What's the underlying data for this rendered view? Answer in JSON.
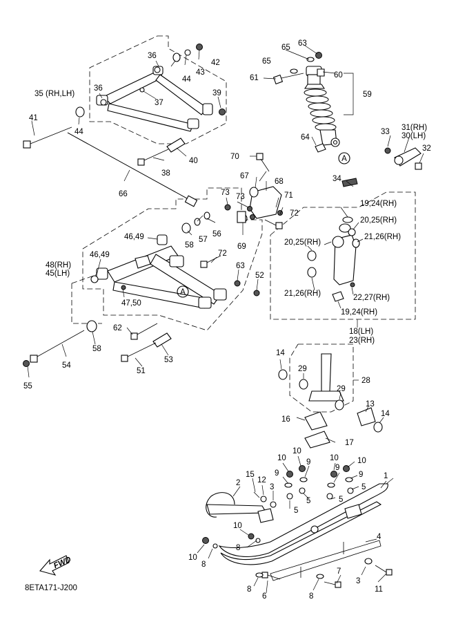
{
  "diagram_code": "8ETA171-J200",
  "fwd_label": "FWD",
  "ref_marker": "A",
  "callouts": [
    {
      "id": "c1",
      "text": "1"
    },
    {
      "id": "c2",
      "text": "2"
    },
    {
      "id": "c3a",
      "text": "3"
    },
    {
      "id": "c3b",
      "text": "3"
    },
    {
      "id": "c4",
      "text": "4"
    },
    {
      "id": "c5a",
      "text": "5"
    },
    {
      "id": "c5b",
      "text": "5"
    },
    {
      "id": "c5c",
      "text": "5"
    },
    {
      "id": "c5d",
      "text": "5"
    },
    {
      "id": "c6",
      "text": "6"
    },
    {
      "id": "c7",
      "text": "7"
    },
    {
      "id": "c8a",
      "text": "8"
    },
    {
      "id": "c8b",
      "text": "8"
    },
    {
      "id": "c8c",
      "text": "8"
    },
    {
      "id": "c8d",
      "text": "8"
    },
    {
      "id": "c9a",
      "text": "9"
    },
    {
      "id": "c9b",
      "text": "9"
    },
    {
      "id": "c9c",
      "text": "9"
    },
    {
      "id": "c9d",
      "text": "9"
    },
    {
      "id": "c10a",
      "text": "10"
    },
    {
      "id": "c10b",
      "text": "10"
    },
    {
      "id": "c10c",
      "text": "10"
    },
    {
      "id": "c10d",
      "text": "10"
    },
    {
      "id": "c10e",
      "text": "10"
    },
    {
      "id": "c10f",
      "text": "10"
    },
    {
      "id": "c11",
      "text": "11"
    },
    {
      "id": "c12",
      "text": "12"
    },
    {
      "id": "c13",
      "text": "13"
    },
    {
      "id": "c14a",
      "text": "14"
    },
    {
      "id": "c14b",
      "text": "14"
    },
    {
      "id": "c15",
      "text": "15"
    },
    {
      "id": "c16",
      "text": "16"
    },
    {
      "id": "c17",
      "text": "17"
    },
    {
      "id": "c1823a",
      "text": "18(LH)"
    },
    {
      "id": "c1823b",
      "text": "23(RH)"
    },
    {
      "id": "c19a",
      "text": "19,24(RH)"
    },
    {
      "id": "c19b",
      "text": "19,24(RH)"
    },
    {
      "id": "c20a",
      "text": "20,25(RH)"
    },
    {
      "id": "c20b",
      "text": "20,25(RH)"
    },
    {
      "id": "c21a",
      "text": "21,26(RH)"
    },
    {
      "id": "c21b",
      "text": "21,26(RH)"
    },
    {
      "id": "c22",
      "text": "22,27(RH)"
    },
    {
      "id": "c28",
      "text": "28"
    },
    {
      "id": "c29a",
      "text": "29"
    },
    {
      "id": "c29b",
      "text": "29"
    },
    {
      "id": "c31",
      "text": "31(RH)"
    },
    {
      "id": "c30",
      "text": "30(LH)"
    },
    {
      "id": "c32",
      "text": "32"
    },
    {
      "id": "c33",
      "text": "33"
    },
    {
      "id": "c34",
      "text": "34"
    },
    {
      "id": "c35",
      "text": "35 (RH,LH)"
    },
    {
      "id": "c36a",
      "text": "36"
    },
    {
      "id": "c36b",
      "text": "36"
    },
    {
      "id": "c37",
      "text": "37"
    },
    {
      "id": "c38",
      "text": "38"
    },
    {
      "id": "c39",
      "text": "39"
    },
    {
      "id": "c40",
      "text": "40"
    },
    {
      "id": "c41",
      "text": "41"
    },
    {
      "id": "c42",
      "text": "42"
    },
    {
      "id": "c43",
      "text": "43"
    },
    {
      "id": "c44a",
      "text": "44"
    },
    {
      "id": "c44b",
      "text": "44"
    },
    {
      "id": "c4845a",
      "text": "48(RH)"
    },
    {
      "id": "c4845b",
      "text": "45(LH)"
    },
    {
      "id": "c4649a",
      "text": "46,49"
    },
    {
      "id": "c4649b",
      "text": "46,49"
    },
    {
      "id": "c4750",
      "text": "47,50"
    },
    {
      "id": "c51",
      "text": "51"
    },
    {
      "id": "c52",
      "text": "52"
    },
    {
      "id": "c53",
      "text": "53"
    },
    {
      "id": "c54",
      "text": "54"
    },
    {
      "id": "c55",
      "text": "55"
    },
    {
      "id": "c56",
      "text": "56"
    },
    {
      "id": "c57",
      "text": "57"
    },
    {
      "id": "c58a",
      "text": "58"
    },
    {
      "id": "c58b",
      "text": "58"
    },
    {
      "id": "c59",
      "text": "59"
    },
    {
      "id": "c60",
      "text": "60"
    },
    {
      "id": "c61",
      "text": "61"
    },
    {
      "id": "c62",
      "text": "62"
    },
    {
      "id": "c63a",
      "text": "63"
    },
    {
      "id": "c63b",
      "text": "63"
    },
    {
      "id": "c64",
      "text": "64"
    },
    {
      "id": "c65a",
      "text": "65"
    },
    {
      "id": "c65b",
      "text": "65"
    },
    {
      "id": "c66",
      "text": "66"
    },
    {
      "id": "c67",
      "text": "67"
    },
    {
      "id": "c68",
      "text": "68"
    },
    {
      "id": "c69",
      "text": "69"
    },
    {
      "id": "c70",
      "text": "70"
    },
    {
      "id": "c71",
      "text": "71"
    },
    {
      "id": "c72a",
      "text": "72"
    },
    {
      "id": "c72b",
      "text": "72"
    },
    {
      "id": "c73a",
      "text": "73"
    },
    {
      "id": "c73b",
      "text": "73"
    }
  ]
}
